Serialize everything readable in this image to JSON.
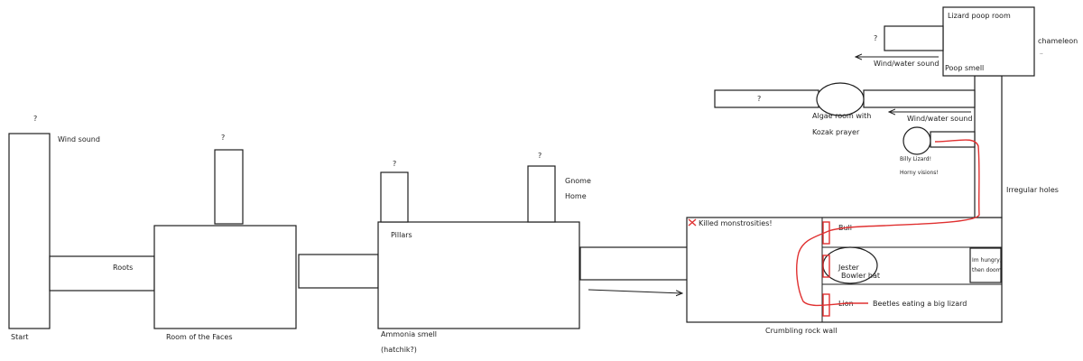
{
  "labels": {
    "start": "Start",
    "wind_sound": "Wind sound",
    "q_start": "?",
    "roots": "Roots",
    "q_faces": "?",
    "room_faces": "Room of the Faces",
    "q_pillars": "?",
    "pillars": "Pillars",
    "ammonia_smell": "Ammonia smell",
    "hatchik": "(hatchik?)",
    "q_gnome": "?",
    "gnome": "Gnome",
    "home": "Home",
    "killed": "Killed monstrosities!",
    "crumbling": "Crumbling rock wall",
    "bull": "Bull",
    "jester": "Jester",
    "bowler": "Bowler hat",
    "lion": "Lion",
    "beetles": "Beetles eating a big lizard",
    "im_hungry": "Im hungry,",
    "then_doom": "then doom",
    "irregular_holes": "Irregular holes",
    "billy_lizard": "Billy Lizard!",
    "horny_visions": "Horny visions!",
    "algae_room_1": "Algae room with",
    "algae_room_2": "Kozak prayer",
    "q_algae": "?",
    "wind_water_1": "Wind/water sound",
    "wind_water_2": "Wind/water sound",
    "q_lizard": "?",
    "lizard_poop_room": "Lizard poop room",
    "poop_smell": "Poop smell",
    "chameleon": "chameleon",
    "dots": ".."
  },
  "colors": {
    "ink": "#1e1e1e",
    "marker": "#e03131",
    "background": "#ffffff"
  }
}
